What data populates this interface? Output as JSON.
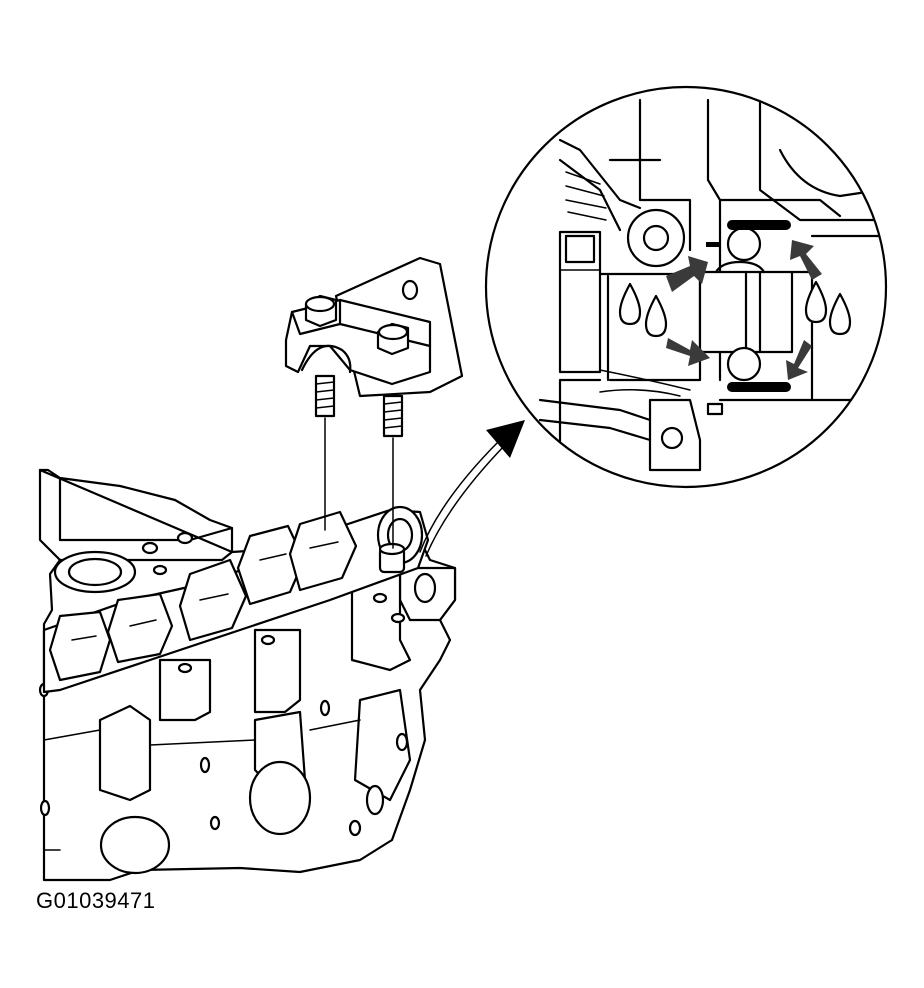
{
  "figure_id": "G01039471",
  "colors": {
    "line": "#000000",
    "background": "#ffffff",
    "arrow_fill": "#3a3a3a"
  },
  "parts": [
    "cylinder-head",
    "camshaft",
    "camshaft-bearing-cap",
    "cap-bolts",
    "dowel-pin",
    "detail-magnifier",
    "oil-drop-icons",
    "sealant-arrows"
  ]
}
